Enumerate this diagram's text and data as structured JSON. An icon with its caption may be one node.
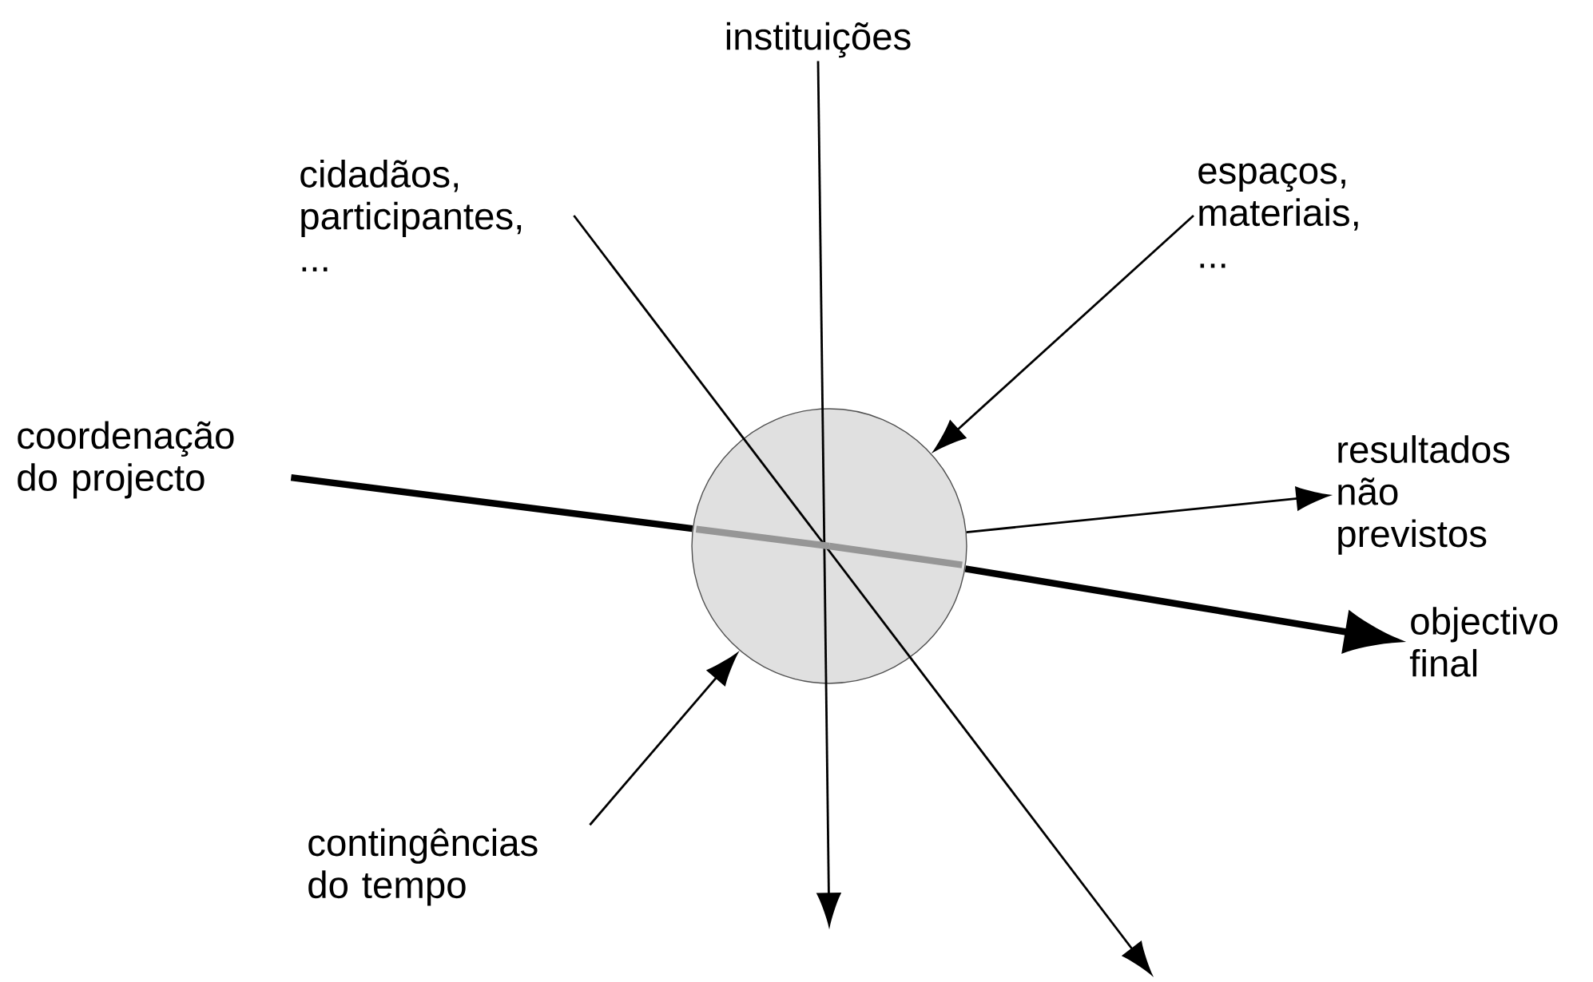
{
  "diagram": {
    "nodes": [
      {
        "text": [],
        "shape": "circle"
      },
      {
        "text": [
          "instituições"
        ]
      },
      {
        "text": [
          "cidadãos, participantes, ..."
        ]
      },
      {
        "text": [
          "espaços, materiais, ..."
        ]
      },
      {
        "text": [
          "coordenação do projecto"
        ]
      },
      {
        "text": [
          "resultados não previstos"
        ]
      },
      {
        "text": [
          "objectivo final"
        ]
      },
      {
        "text": [
          "contingências do tempo"
        ]
      }
    ],
    "edges": [
      {
        "from": 1,
        "to": null,
        "arrow": "to"
      },
      {
        "from": 2,
        "to": null,
        "arrow": "to"
      },
      {
        "from": 3,
        "to": 0,
        "arrow": "to"
      },
      {
        "from": 4,
        "to": 0,
        "arrow": "none",
        "style": "thick"
      },
      {
        "from": 0,
        "to": 6,
        "arrow": "to",
        "style": "thick"
      },
      {
        "from": 0,
        "to": 5,
        "arrow": "to"
      },
      {
        "from": 7,
        "to": 0,
        "arrow": "to"
      }
    ]
  }
}
